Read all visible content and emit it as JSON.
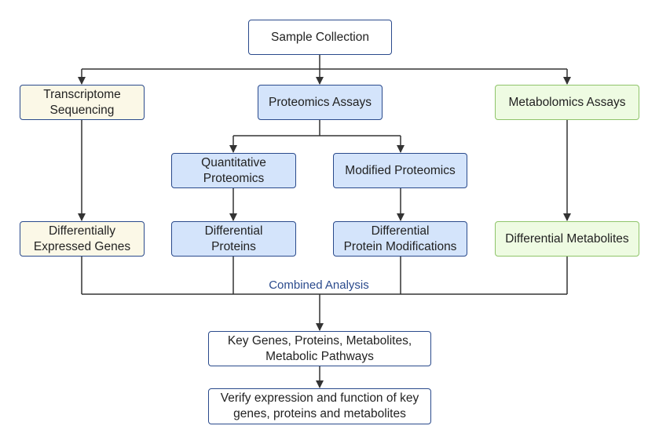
{
  "nodes": {
    "sample_collection": "Sample Collection",
    "transcriptome_sequencing": "Transcriptome\nSequencing",
    "proteomics_assays": "Proteomics Assays",
    "metabolomics_assays": "Metabolomics Assays",
    "quantitative_proteomics": "Quantitative\nProteomics",
    "modified_proteomics": "Modified Proteomics",
    "differentially_expressed_genes": "Differentially\nExpressed Genes",
    "differential_proteins": "Differential\nProteins",
    "differential_protein_modifications": "Differential\nProtein Modifications",
    "differential_metabolites": "Differential Metabolites",
    "key_findings": "Key Genes, Proteins, Metabolites,\nMetabolic Pathways",
    "verification": "Verify expression and function of key\ngenes, proteins and metabolites"
  },
  "edge_label": "Combined Analysis",
  "colors": {
    "line": "#333333",
    "border_blue": "#2a4a8c",
    "fill_cream": "#fbf8e7",
    "fill_blue": "#d4e4fb",
    "fill_green": "#eefbe2",
    "border_green": "#8fc46a",
    "label_text": "#2a4a8c"
  }
}
